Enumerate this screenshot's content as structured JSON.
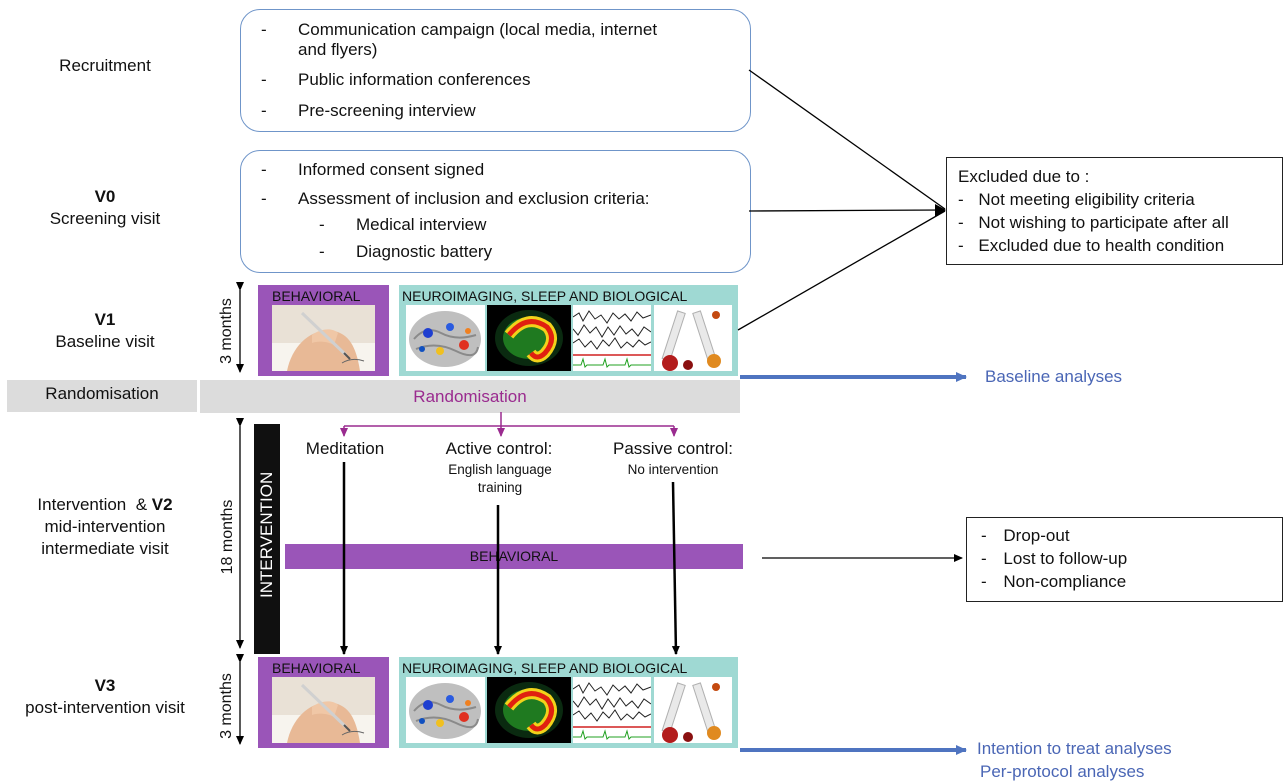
{
  "stages": {
    "recruitment": "Recruitment",
    "v0_code": "V0",
    "v0_name": "Screening visit",
    "v1_code": "V1",
    "v1_name": "Baseline visit",
    "randomisation": "Randomisation",
    "v2_prefix": "Intervention  & ",
    "v2_code": "V2",
    "v2_line2": "mid-intervention",
    "v2_line3": "intermediate visit",
    "v3_code": "V3",
    "v3_name": "post-intervention visit"
  },
  "recruitment_box": [
    {
      "dash": "-",
      "text": "Communication campaign (local media, internet"
    },
    {
      "dash": "",
      "text": "and flyers)"
    },
    {
      "dash": "-",
      "text": "Public information conferences"
    },
    {
      "dash": "-",
      "text": "Pre-screening interview"
    }
  ],
  "screening_box": [
    {
      "dash": "-",
      "text": "Informed consent signed"
    },
    {
      "dash": "-",
      "text": "Assessment of inclusion and exclusion criteria:"
    },
    {
      "dash": "-",
      "text": "Medical interview"
    },
    {
      "dash": "-",
      "text": "Diagnostic battery"
    }
  ],
  "exclusion_box": {
    "title": "Excluded due to :",
    "items": [
      {
        "dash": "-",
        "text": "Not meeting eligibility criteria"
      },
      {
        "dash": "-",
        "text": "Not wishing to participate after all"
      },
      {
        "dash": "-",
        "text": "Excluded due to health condition"
      }
    ]
  },
  "dropout_box": {
    "items": [
      {
        "dash": "-",
        "text": "Drop-out"
      },
      {
        "dash": "-",
        "text": "Lost to follow-up"
      },
      {
        "dash": "-",
        "text": "Non-compliance"
      }
    ]
  },
  "durations": {
    "baseline": "3 months",
    "intervention": "18 months",
    "post": "3 months"
  },
  "assessments": {
    "behavioral": "BEHAVIORAL",
    "neuro": "NEUROIMAGING,  SLEEP AND BIOLOGICAL"
  },
  "randomisation_center": "Randomisation",
  "intervention_label": "INTERVENTION",
  "arms": {
    "meditation": "Meditation",
    "active_title": "Active control:",
    "active_sub": "English language training",
    "passive_title": "Passive control:",
    "passive_sub": "No intervention"
  },
  "mid_behavioral": "BEHAVIORAL",
  "analyses": {
    "baseline": "Baseline analyses",
    "itt": "Intention  to treat analyses",
    "pp": "Per-protocol analyses"
  },
  "colors": {
    "box_border": "#6f95c9",
    "behavioral_frame": "#9a55b8",
    "neuro_frame": "#9fd9d3",
    "randomisation_text": "#9a2b8f",
    "analysis_text": "#4a66b5",
    "analysis_arrow": "#4f74c0"
  }
}
